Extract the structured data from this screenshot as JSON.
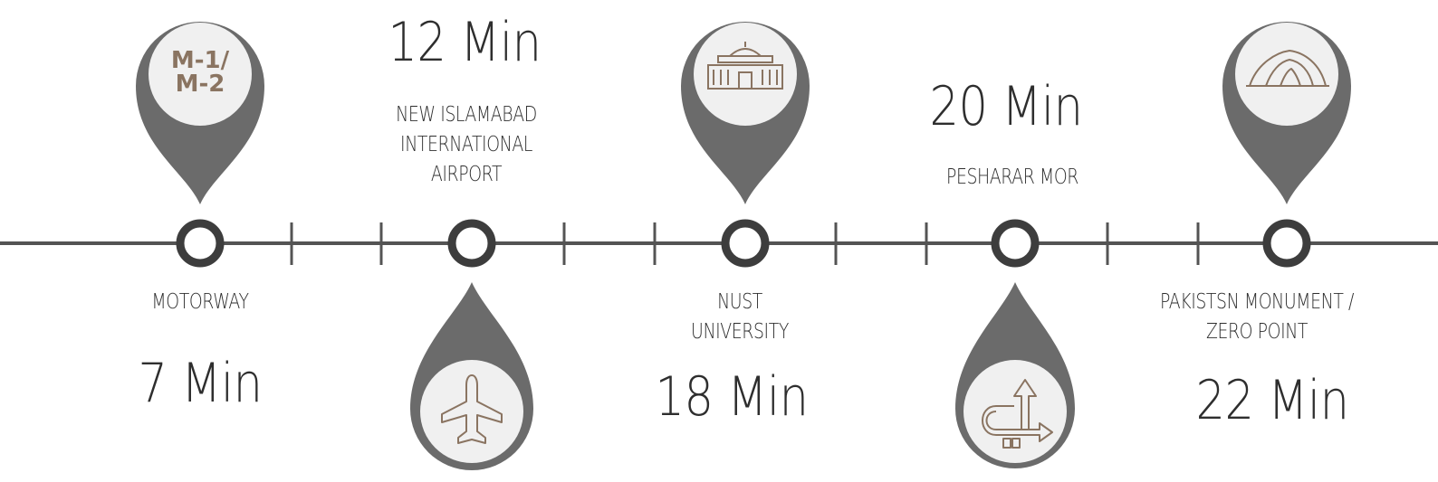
{
  "colors": {
    "line": "#545454",
    "pin": "#6b6b6b",
    "ring": "#3d3d3d",
    "badge_bg": "#f0f0f0",
    "icon": "#8a7461",
    "text": "#2e2e2e"
  },
  "stops": [
    {
      "name": "MOTORWAY",
      "time": "7 Min",
      "icon": "motorway-badge-icon",
      "badge_text_1": "M-1/",
      "badge_text_2": "M-2"
    },
    {
      "name": "NEW ISLAMABAD\nINTERNATIONAL\nAIRPORT",
      "time": "12 Min",
      "icon": "airplane-icon"
    },
    {
      "name": "NUST\nUNIVERSITY",
      "time": "18 Min",
      "icon": "university-building-icon"
    },
    {
      "name": "PESHARAR MOR",
      "time": "20 Min",
      "icon": "interchange-arrow-icon"
    },
    {
      "name": "PAKISTSN MONUMENT /\nZERO POINT",
      "time": "22 Min",
      "icon": "monument-icon"
    }
  ]
}
